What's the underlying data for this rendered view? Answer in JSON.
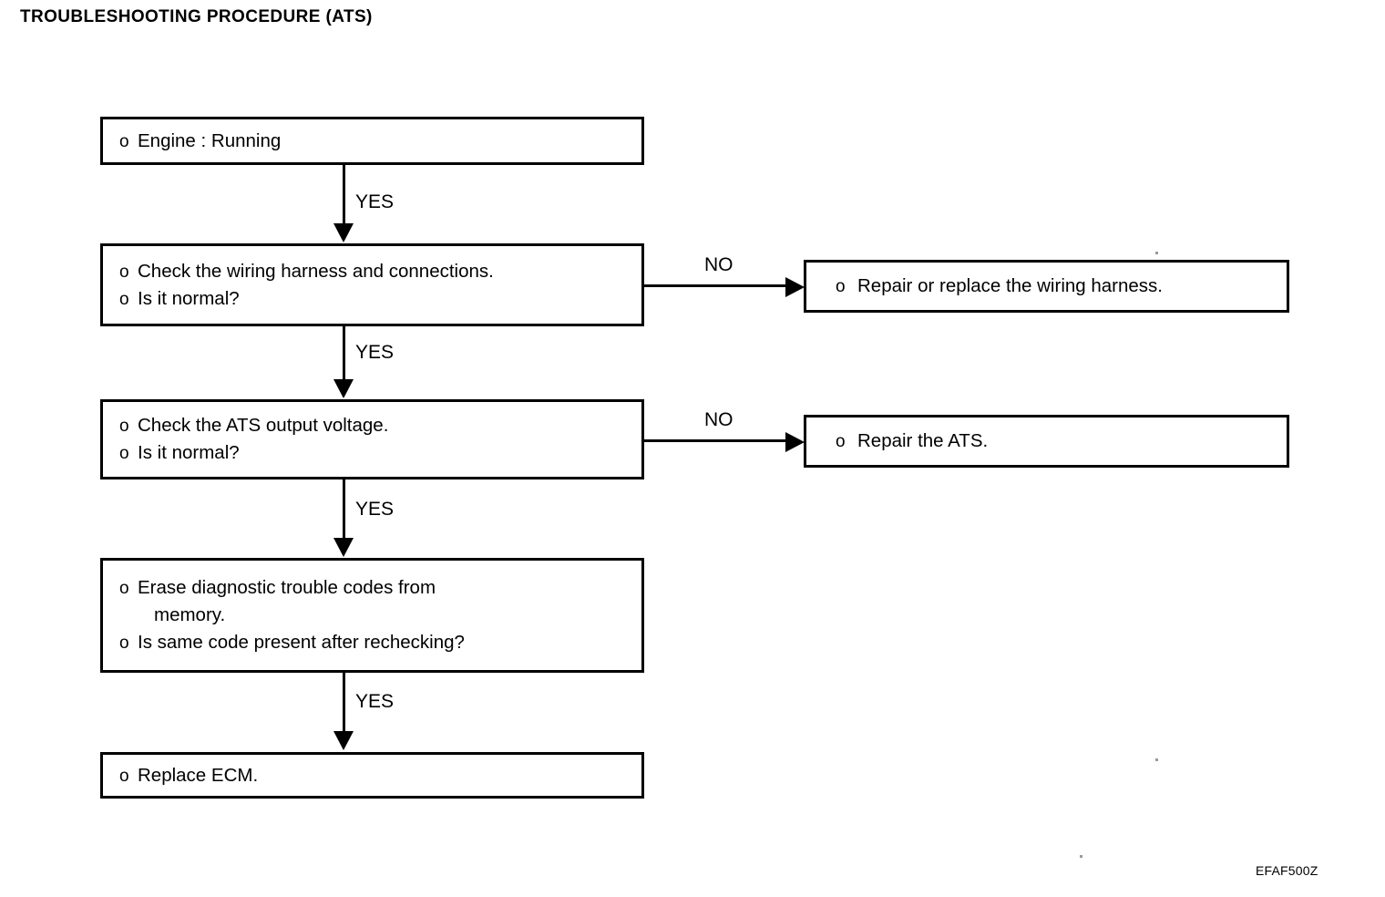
{
  "page": {
    "title": "TROUBLESHOOTING PROCEDURE (ATS)",
    "figure_code": "EFAF500Z",
    "bullet_glyph": "o"
  },
  "flowchart": {
    "type": "flowchart",
    "orientation": "top-to-bottom",
    "main_steps": [
      {
        "id": "step-engine-running",
        "lines": [
          "Engine : Running"
        ]
      },
      {
        "id": "step-check-wiring-harness",
        "lines": [
          "Check the wiring harness and connections.",
          "Is it normal?"
        ]
      },
      {
        "id": "step-check-ats-output-voltage",
        "lines": [
          "Check the ATS output voltage.",
          "Is it normal?"
        ]
      },
      {
        "id": "step-erase-codes",
        "lines": [
          "Erase diagnostic trouble codes from",
          "Is same code present after rechecking?"
        ],
        "continuation": "memory."
      },
      {
        "id": "step-replace-ecm",
        "lines": [
          "Replace ECM."
        ]
      }
    ],
    "branch_steps": [
      {
        "id": "step-repair-wiring-harness",
        "lines": [
          "Repair or replace the wiring harness."
        ]
      },
      {
        "id": "step-repair-ats",
        "lines": [
          "Repair the ATS."
        ]
      }
    ],
    "connectors": [
      {
        "id": "yes-1",
        "label": "YES",
        "from": "step-engine-running",
        "to": "step-check-wiring-harness",
        "direction": "down"
      },
      {
        "id": "yes-2",
        "label": "YES",
        "from": "step-check-wiring-harness",
        "to": "step-check-ats-output-voltage",
        "direction": "down"
      },
      {
        "id": "yes-3",
        "label": "YES",
        "from": "step-check-ats-output-voltage",
        "to": "step-erase-codes",
        "direction": "down"
      },
      {
        "id": "yes-4",
        "label": "YES",
        "from": "step-erase-codes",
        "to": "step-replace-ecm",
        "direction": "down"
      },
      {
        "id": "no-1",
        "label": "NO",
        "from": "step-check-wiring-harness",
        "to": "step-repair-wiring-harness",
        "direction": "right"
      },
      {
        "id": "no-2",
        "label": "NO",
        "from": "step-check-ats-output-voltage",
        "to": "step-repair-ats",
        "direction": "right"
      }
    ]
  }
}
